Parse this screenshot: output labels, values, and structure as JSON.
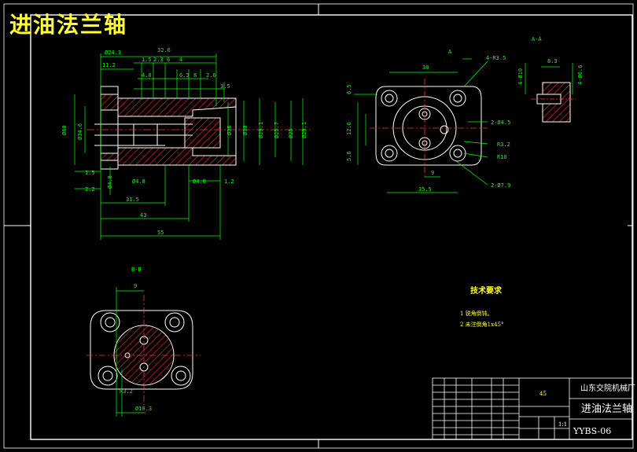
{
  "drawing_caption": "进油法兰轴",
  "section_labels": {
    "aa": "A-A",
    "bb": "B-B",
    "a": "A"
  },
  "front_view_dims": {
    "d_top1": "Ø24.3",
    "d_top2": "32.6",
    "d_11_2": "11.2",
    "d_1_5": "1.5",
    "d_2_3": "2.3",
    "d_6": "6",
    "d_4": "4",
    "d_4_0": "4.0",
    "d_6_3": "6.3",
    "d_8": "8",
    "d_2_6": "2.6",
    "d_3_5": "3.5",
    "d_left_1": "Ø60",
    "d_left_2": "Ø34.6",
    "d_right_1": "Ø36",
    "d_right_2": "Ø30",
    "d_right_3": "Ø29.1",
    "d_right_4": "Ø25.7",
    "d_right_5": "Ø25",
    "d_right_6": "Ø29.1",
    "d_1_5b": "1.5",
    "d_2_2": "2.2",
    "d_r": "Ø4.8",
    "d_34": "Ø4.8",
    "d_31": "31.5",
    "d_43": "43",
    "d_55": "55",
    "d_1_2": "1.2",
    "d_b_46": "Ø4.8"
  },
  "top_view_dims": {
    "d_30": "30",
    "d_4_r": "4-R3.5",
    "d_6_5": "6.5",
    "d_12_6": "12.6",
    "d_5_6": "5.6",
    "d_2_r": "2-Ø4.5",
    "d_rr": "R3.2",
    "d_r10": "R10",
    "d_9": "9",
    "d_35_5": "35.5",
    "d_2_r7": "2-Ø7.9",
    "d_a": "A"
  },
  "aa_dims": {
    "d_8_3": "8.3",
    "d_4_1": "4-Ø10",
    "d_4_2": "4-Ø6.6"
  },
  "bb_dims": {
    "d_9": "9",
    "d_r3": "R3.2",
    "d_ang": "Ø10.3"
  },
  "tech_req": {
    "title": "技术要求",
    "items": [
      "1  锐角倒钝。",
      "2  未注倒角1x45°"
    ]
  },
  "title_block": {
    "company": "山东交院机械厂",
    "part_name": "进油法兰轴",
    "drawing_no": "YYBS-06",
    "material": "45",
    "scale": "1:1"
  },
  "colors": {
    "border": "#ffffff",
    "dim": "#00ff00",
    "object": "#ffffff",
    "hatch": "#ff3333",
    "caption": "#ffff33",
    "text": "#ffff33"
  }
}
